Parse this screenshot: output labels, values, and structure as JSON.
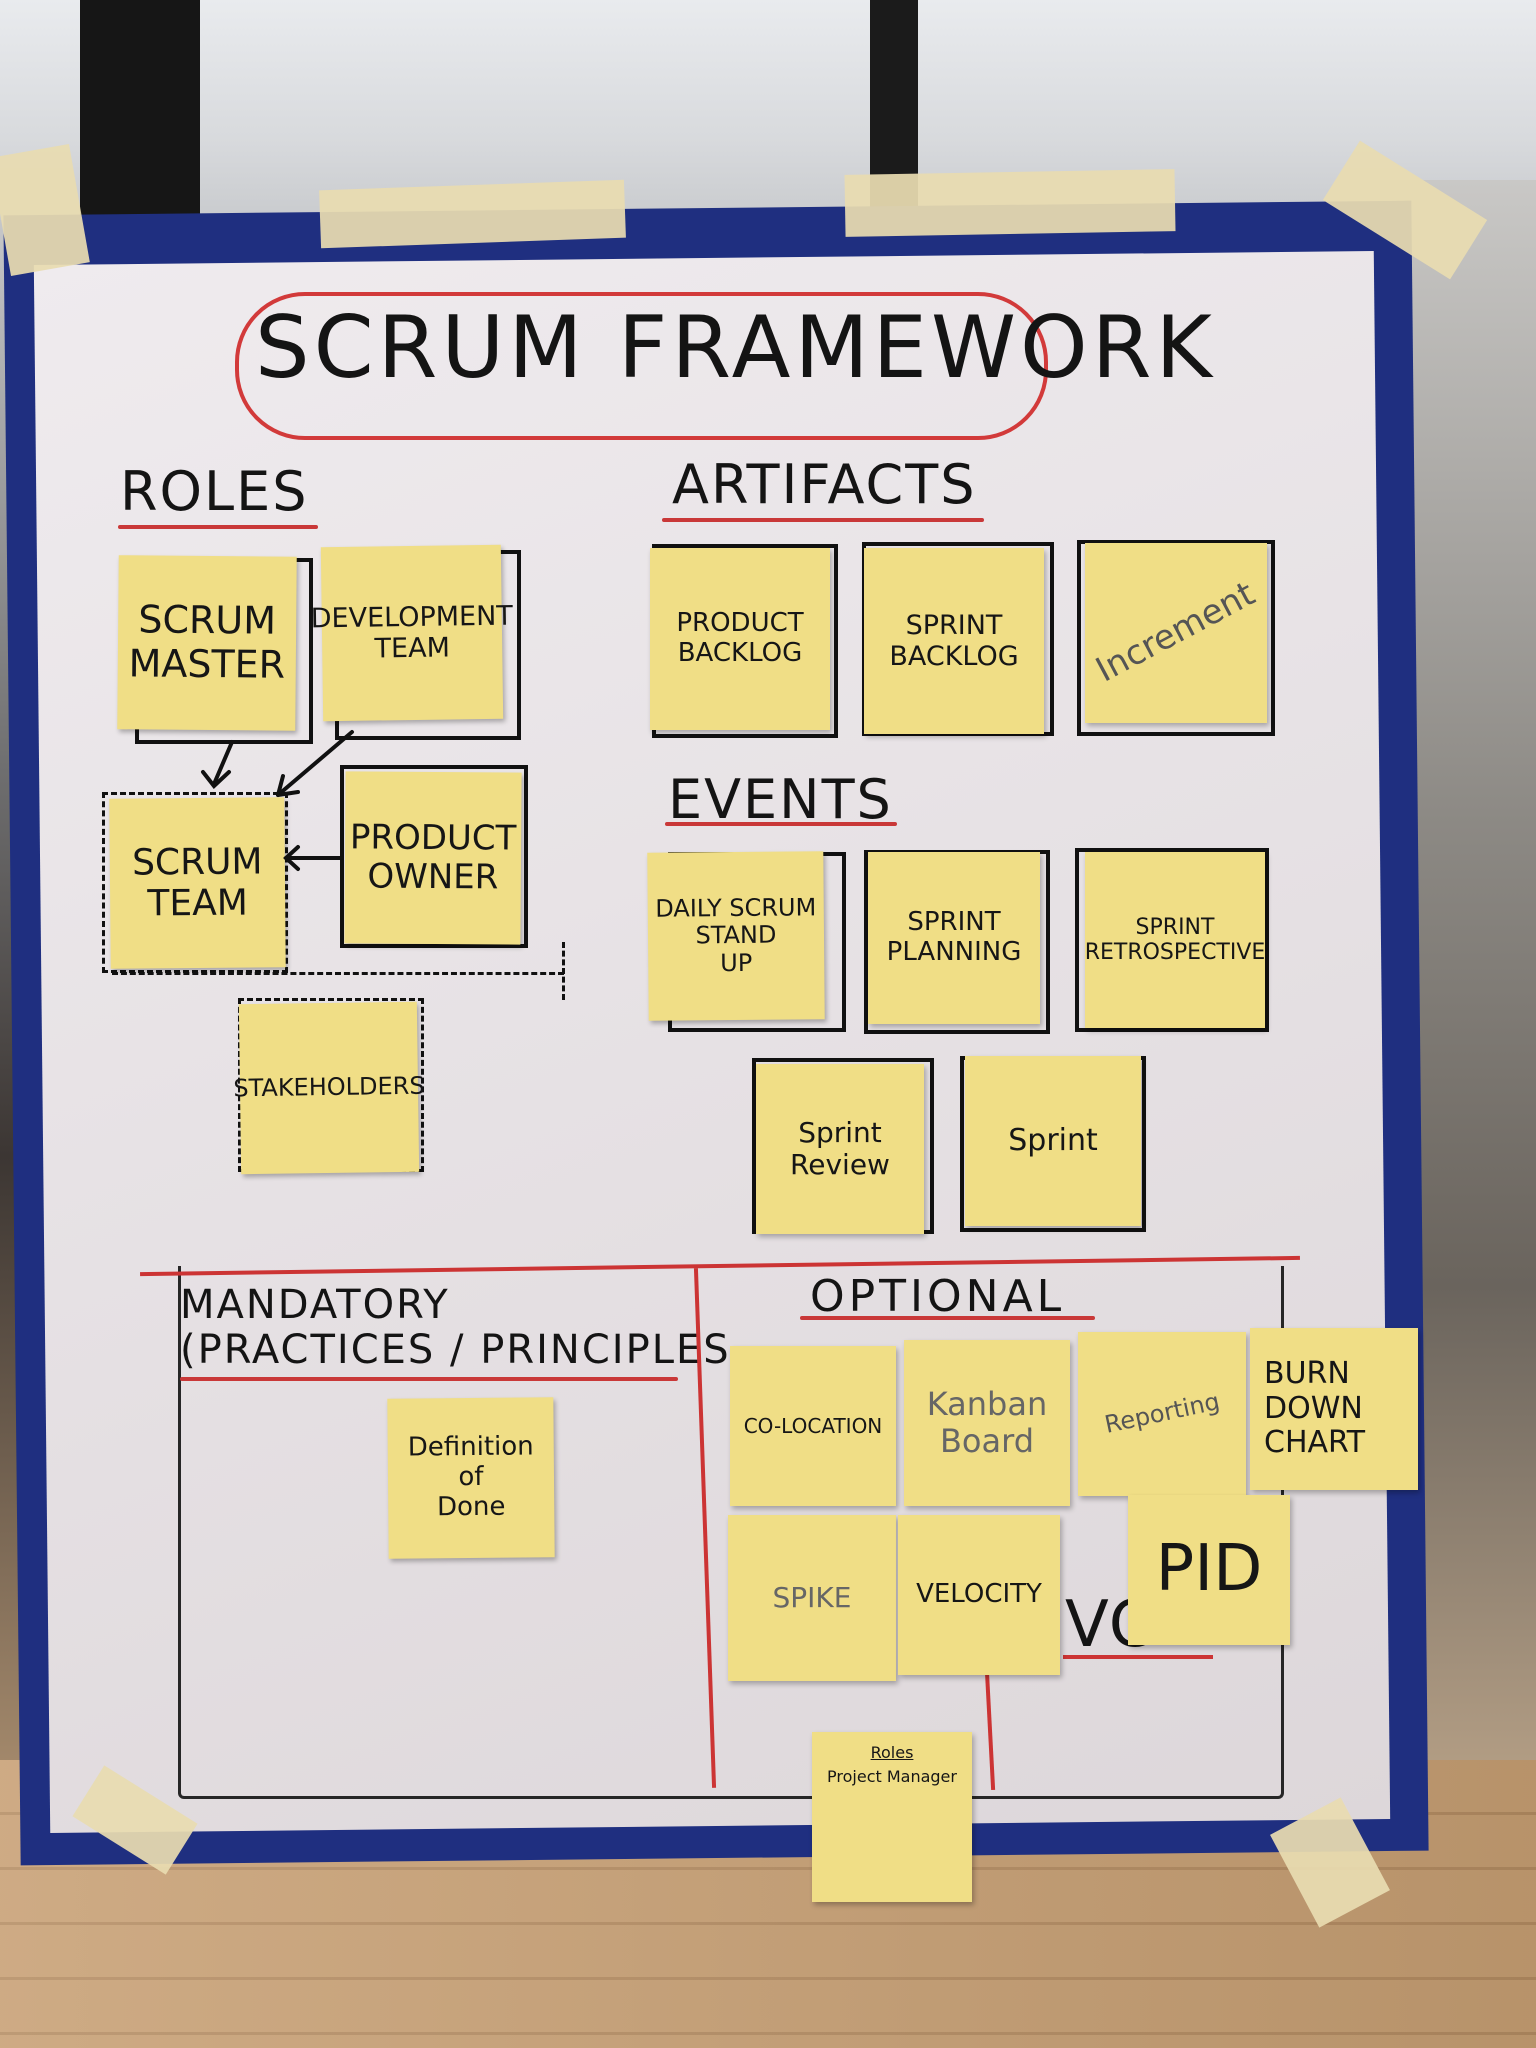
{
  "board": {
    "title": "SCRUM FRAMEWORK",
    "headings": {
      "roles": "ROLES",
      "artifacts": "ARTIFACTS",
      "events": "EVENTS",
      "mandatory": "MANDATORY\n(PRACTICES / PRINCIPLES",
      "optional": "OPTIONAL"
    },
    "roles": {
      "scrum_master": "SCRUM\nMASTER",
      "development_team": "DEVELOPMENT\nTEAM",
      "scrum_team": "SCRUM\nTEAM",
      "product_owner": "PRODUCT\nOWNER",
      "stakeholders": "STAKEHOLDERS"
    },
    "artifacts": {
      "product_backlog": "PRODUCT\nBACKLOG",
      "sprint_backlog": "SPRINT\nBACKLOG",
      "increment": "Increment"
    },
    "events": {
      "daily_scrum": "DAILY SCRUM\nSTAND\nUP",
      "sprint_planning": "SPRINT\nPLANNING",
      "sprint_retrospective": "SPRINT\nRETROSPECTIVE",
      "sprint_review": "Sprint\nReview",
      "sprint": "Sprint"
    },
    "mandatory": {
      "definition_of_done": "Definition\nof\nDone"
    },
    "optional": {
      "co_location": "CO-LOCATION",
      "kanban_board": "Kanban\nBoard",
      "reporting": "Reporting",
      "burn_down_chart": "BURN\nDOWN\nCHART",
      "spike": "SPIKE",
      "velocity": "VELOCITY",
      "pid": "PID",
      "behind_text": "VC"
    },
    "extra_note": {
      "title": "Roles",
      "body": "Project Manager"
    }
  },
  "colors": {
    "tape_blue": "#1f2f80",
    "paper": "#e9e4e7",
    "sticky": "#f0de86",
    "marker_red": "#cc3434",
    "marker_black": "#141414"
  }
}
